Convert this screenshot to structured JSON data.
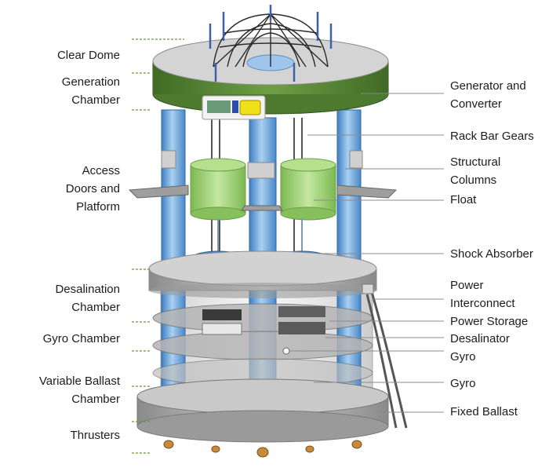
{
  "labels_left": [
    "Clear Dome",
    "Generation Chamber",
    "Access Doors and Platform",
    "Desalination Chamber",
    "Gyro Chamber",
    "Variable Ballast Chamber",
    "Thrusters"
  ],
  "labels_right": [
    "Generator and Converter",
    "Rack Bar Gears",
    "Structural Columns",
    "Float",
    "Shock Absorber",
    "Power Interconnect",
    "Power Storage",
    "Desalinator",
    "Gyro",
    "Gyro"
  ],
  "label_lines": {
    "clear_dome": "Clear",
    "clear_dome_2": "Dome",
    "generation_chamber": "Generation",
    "generation_chamber_2": "Chamber",
    "access_1": "Access",
    "access_2": "Doors and",
    "access_3": "Platform",
    "desal_1": "Desalination",
    "desal_2": "Chamber",
    "gyro_chamber": "Gyro Chamber",
    "vb_1": "Variable Ballast",
    "vb_2": "Chamber",
    "thrusters": "Thrusters",
    "gen_conv_1": "Generator and",
    "gen_conv_2": "Converter",
    "rack": "Rack Bar Gears",
    "struct_1": "Structural",
    "struct_2": "Columns",
    "float": "Float",
    "shock": "Shock Absorber",
    "power_ic_1": "Power",
    "power_ic_2": "Interconnect",
    "power_storage": "Power Storage",
    "desalinator": "Desalinator",
    "gyro_1": "Gyro",
    "gyro_2": "Gyro",
    "fixed_ballast": "Fixed Ballast"
  },
  "colors": {
    "green_band": "#5d8a3a",
    "green_dark": "#3f6a25",
    "disc_grey": "#bdbdbd",
    "disc_grey_dark": "#8f8f8f",
    "column_blue": "#6fa7d9",
    "float_green": "#9fd070",
    "leader_green": "#6a9a3c",
    "leader_grey": "#8c8c8c"
  }
}
